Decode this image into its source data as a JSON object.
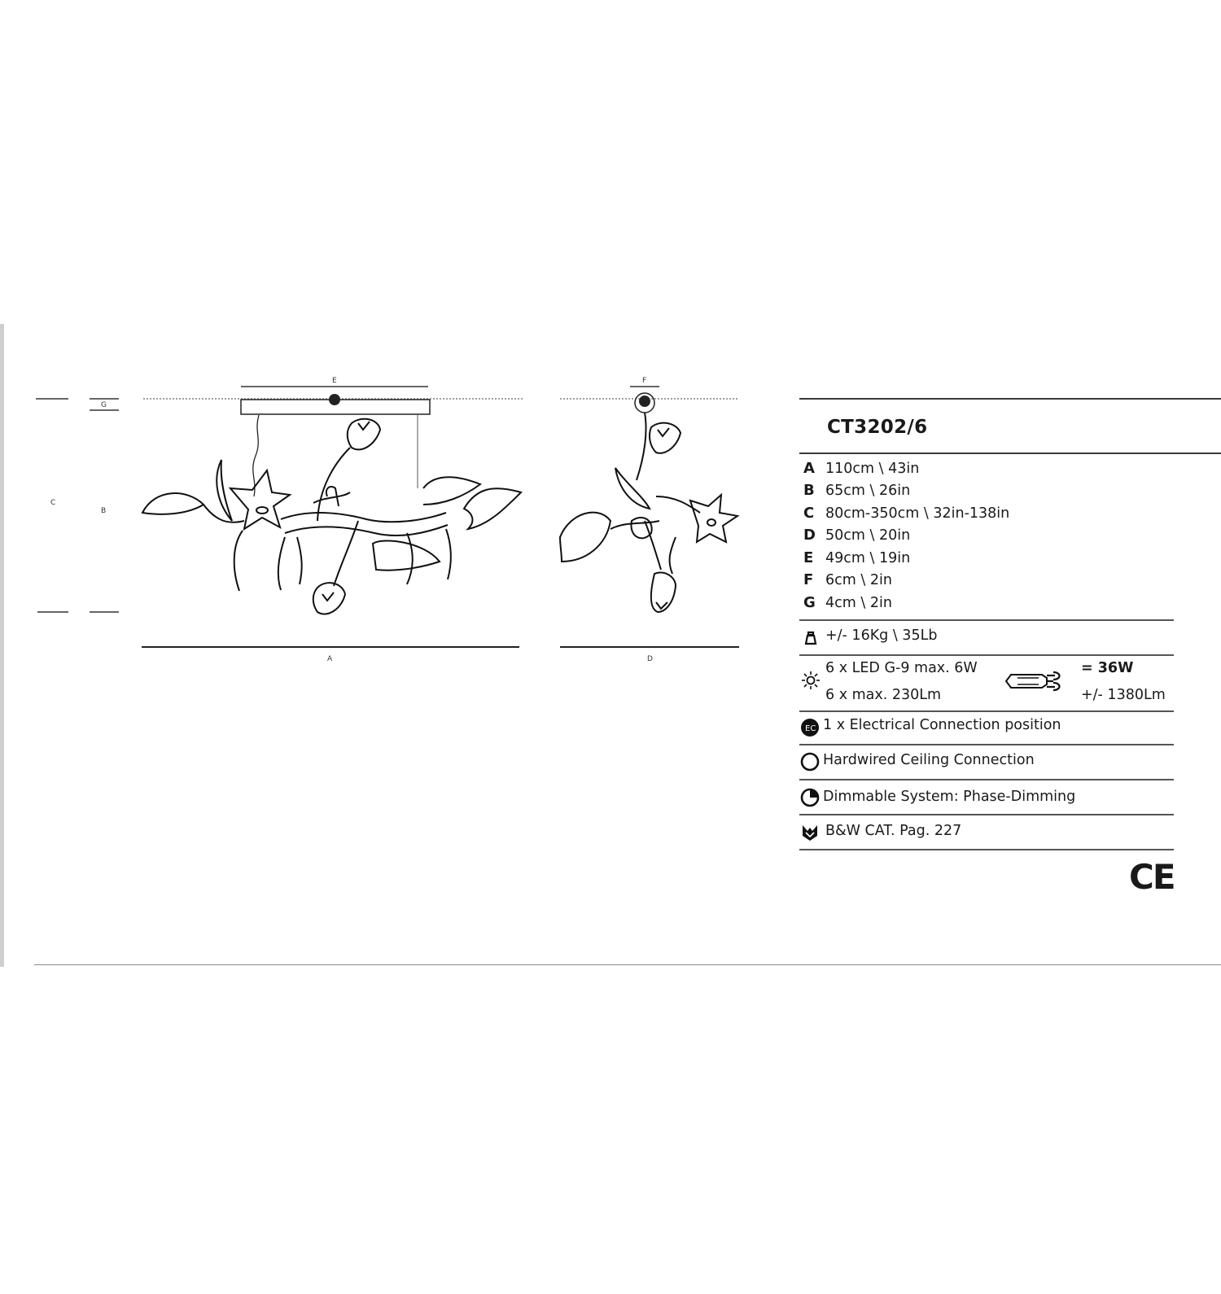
{
  "model": "CT3202/6",
  "drawing_labels": {
    "front_width": "A",
    "front_top": "E",
    "side_width": "D",
    "side_top": "F",
    "canopy_height": "G",
    "overall_height": "C",
    "body_height": "B"
  },
  "dimensions": [
    {
      "letter": "A",
      "value": "110cm \\ 43in"
    },
    {
      "letter": "B",
      "value": "65cm \\  26in"
    },
    {
      "letter": "C",
      "value": "80cm-350cm \\ 32in-138in"
    },
    {
      "letter": "D",
      "value": "50cm \\ 20in"
    },
    {
      "letter": "E",
      "value": "49cm \\ 19in"
    },
    {
      "letter": "F",
      "value": "6cm \\ 2in"
    },
    {
      "letter": "G",
      "value": "4cm \\ 2in"
    }
  ],
  "weight": {
    "icon": "weight-icon",
    "text": "+/- 16Kg \\ 35Lb"
  },
  "lighting": {
    "icon": "light-bulb-icon",
    "line1": "6 x LED G-9 max. 6W",
    "line2": "6 x max. 230Lm",
    "total_watt": "= 36W",
    "total_lumen": "+/- 1380Lm",
    "bulb_icon": "g9-bulb-icon"
  },
  "connection": {
    "icon": "electrical-connection-icon",
    "text": "1 x Electrical Connection position"
  },
  "ceiling": {
    "icon": "ceiling-connection-icon",
    "text": "Hardwired Ceiling Connection"
  },
  "dimming": {
    "icon": "dimmable-icon",
    "text": "Dimmable System: Phase-Dimming"
  },
  "catalog": {
    "icon": "catalog-icon",
    "text": "B&W CAT. Pag. 227"
  },
  "ce_mark": "CE"
}
